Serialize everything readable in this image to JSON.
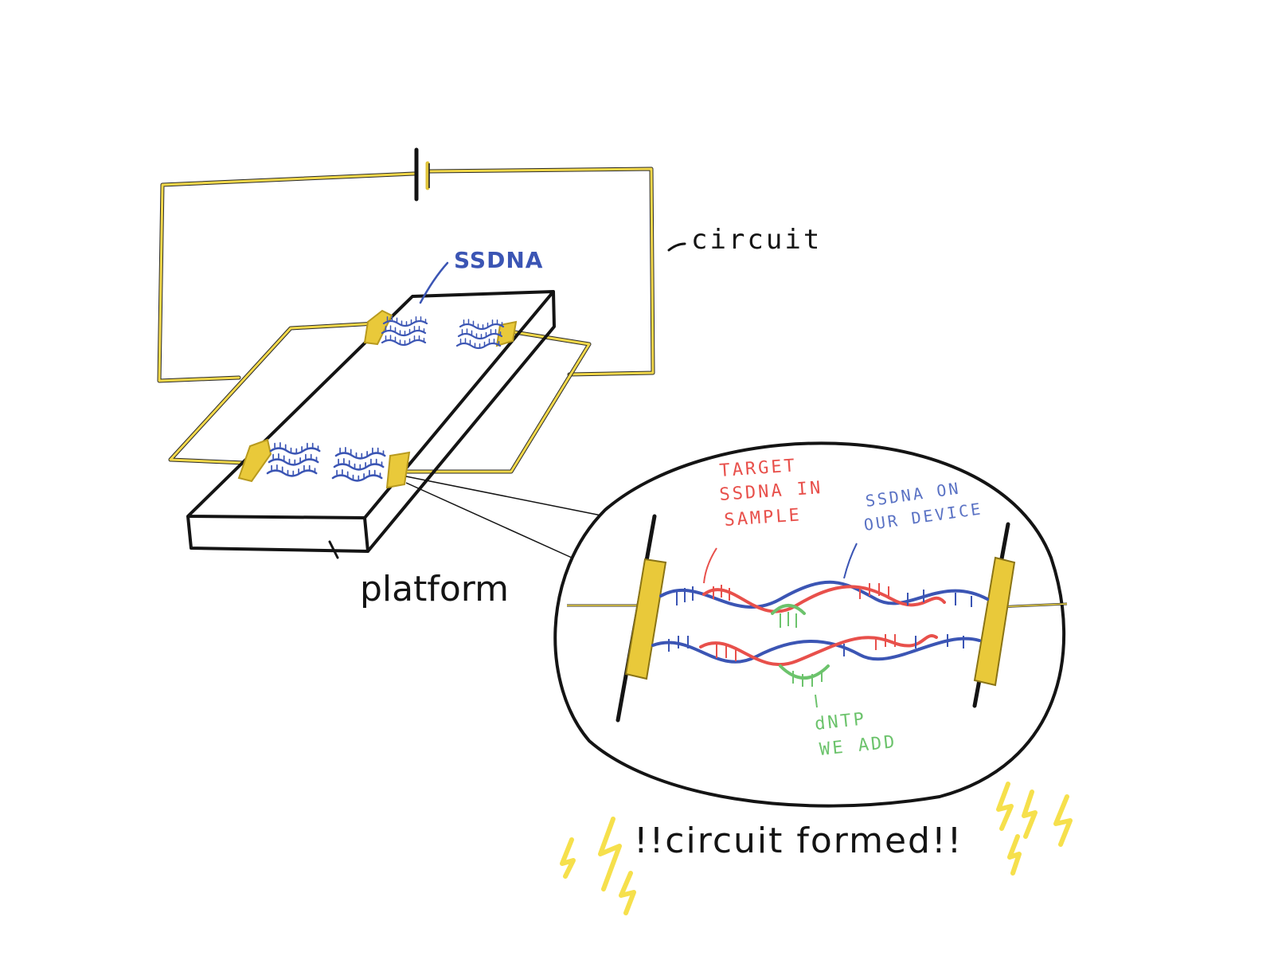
{
  "labels": {
    "ssdna": "SSDNA",
    "circuit": "circuit",
    "platform": "platform",
    "target_line1": "TARGET",
    "target_line2": "SSDNA IN",
    "target_line3": "SAMPLE",
    "device_line1": "SSDNA ON",
    "device_line2": "OUR DEVICE",
    "dntp_line1": "dNTP",
    "dntp_line2": "WE ADD",
    "banner": "!!circuit formed!!"
  },
  "colors": {
    "wire": "#f2d84a",
    "wire_outline": "#2a2a2a",
    "ink": "#141414",
    "device_dna": "#3b55b4",
    "target_dna": "#e8504b",
    "dntp": "#6cc36c",
    "electrode": "#e9c93a",
    "bolt": "#f6e04c"
  }
}
